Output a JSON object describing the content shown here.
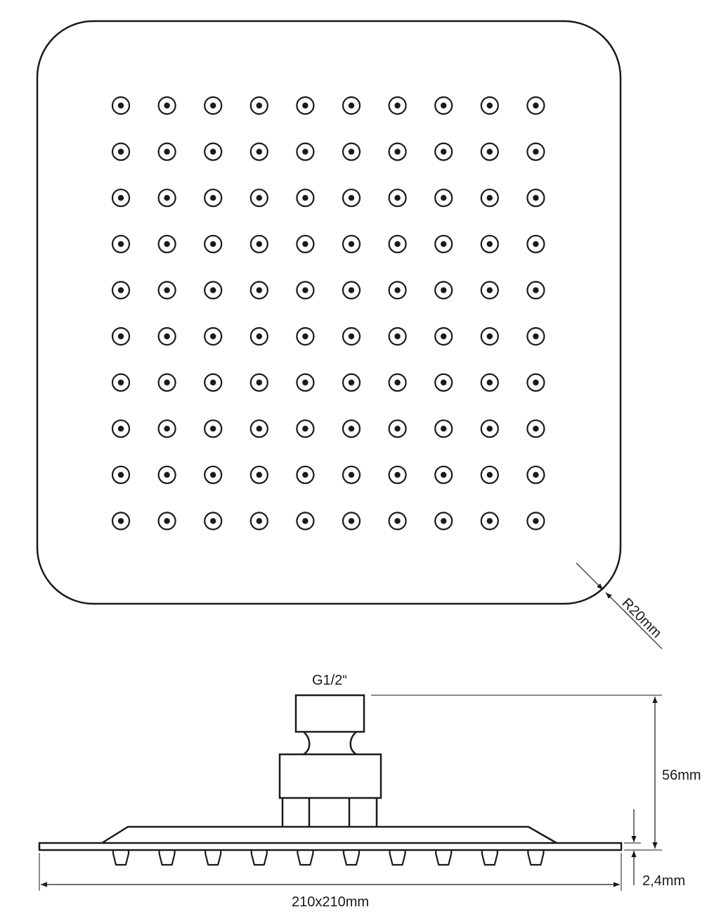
{
  "top_view": {
    "nozzle_rows": 10,
    "nozzle_cols": 10,
    "corner_radius_label": "R20mm"
  },
  "side_view": {
    "thread_label": "G1/2“",
    "height_label": "56mm",
    "plate_thickness_label": "2,4mm",
    "size_label": "210x210mm",
    "nozzle_count": 10
  },
  "colors": {
    "line": "#1a1a1a",
    "background": "#ffffff"
  }
}
